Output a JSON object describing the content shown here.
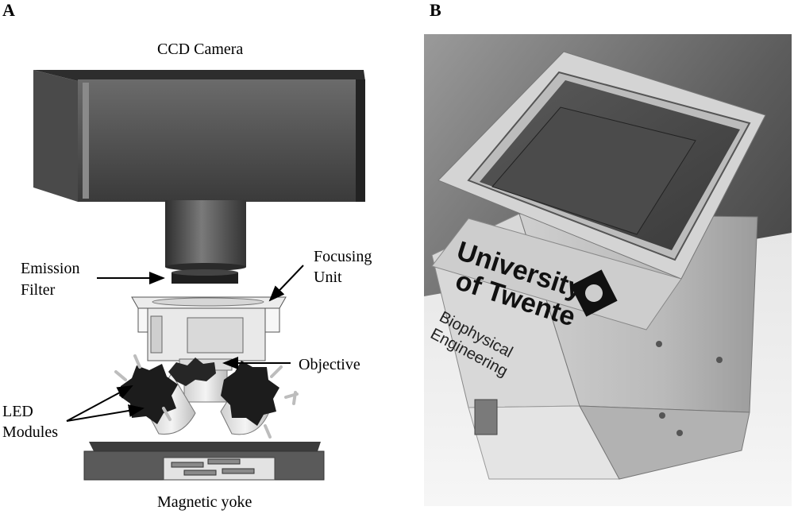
{
  "panels": {
    "a": "A",
    "b": "B"
  },
  "diagram": {
    "labels": {
      "camera": "CCD Camera",
      "emission_filter": [
        "Emission",
        "Filter"
      ],
      "focusing_unit": [
        "Focusing",
        "Unit"
      ],
      "objective": "Objective",
      "led_modules": [
        "LED",
        "Modules"
      ],
      "magnetic_yoke": "Magnetic yoke"
    }
  },
  "photo": {
    "logo_text": [
      "University",
      "of Twente"
    ],
    "plate_text": [
      "Biophysical",
      "Engineering"
    ]
  }
}
